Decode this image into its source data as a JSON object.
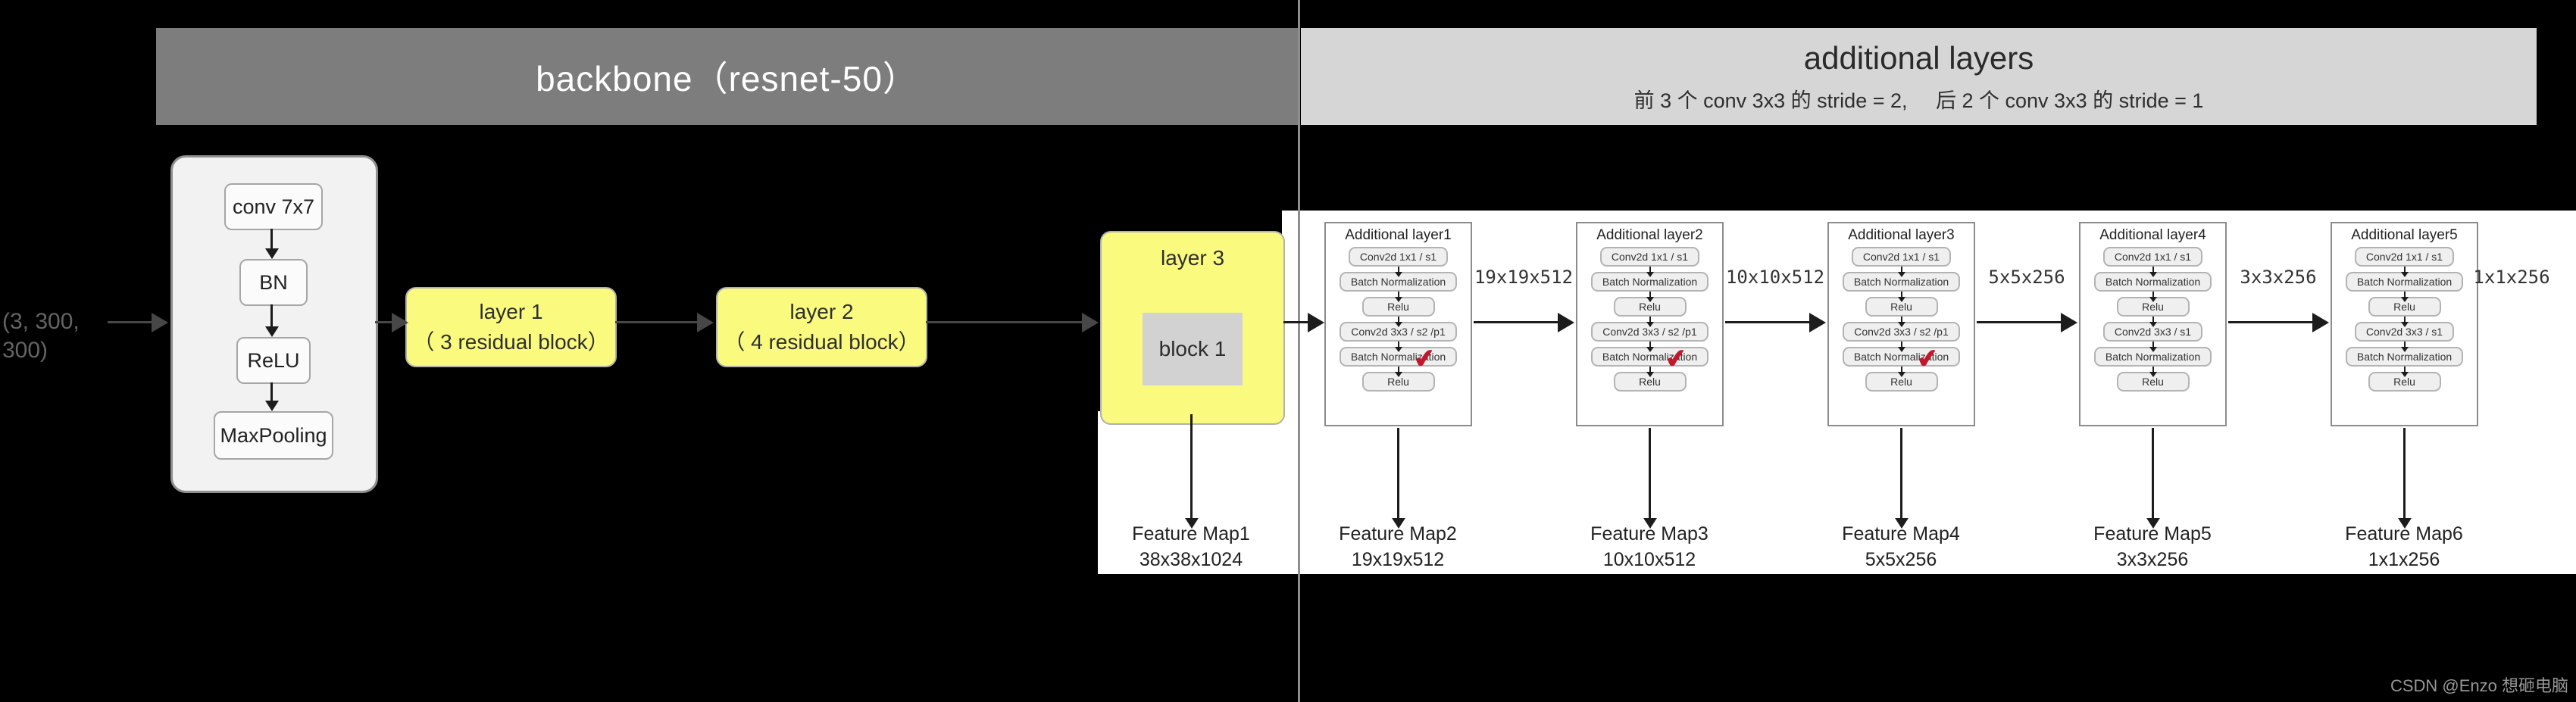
{
  "headers": {
    "backbone": {
      "title": "backbone（resnet-50）"
    },
    "additional": {
      "title": "additional layers",
      "subtitle": "前 3 个 conv 3x3 的 stride = 2,     后 2 个 conv 3x3 的 stride = 1"
    }
  },
  "input_label": "(3, 300, 300)",
  "stem": {
    "blocks": [
      "conv 7x7",
      "BN",
      "ReLU",
      "MaxPooling"
    ]
  },
  "backbone_layers": [
    {
      "title": "layer 1",
      "subtitle": "（ 3 residual block）"
    },
    {
      "title": "layer 2",
      "subtitle": "（ 4 residual block）"
    },
    {
      "title": "layer 3",
      "block": "block 1"
    }
  ],
  "additional_layers": [
    {
      "title": "Additional layer1",
      "ops": [
        "Conv2d 1x1 / s1",
        "Batch Normalization",
        "Relu",
        "Conv2d 3x3 / s2 /p1",
        "Batch Normalization",
        "Relu"
      ],
      "checked": true,
      "out_label": "19x19x512"
    },
    {
      "title": "Additional layer2",
      "ops": [
        "Conv2d 1x1 / s1",
        "Batch Normalization",
        "Relu",
        "Conv2d 3x3 / s2 /p1",
        "Batch Normalization",
        "Relu"
      ],
      "checked": true,
      "out_label": "10x10x512"
    },
    {
      "title": "Additional layer3",
      "ops": [
        "Conv2d 1x1 / s1",
        "Batch Normalization",
        "Relu",
        "Conv2d 3x3 / s2 /p1",
        "Batch Normalization",
        "Relu"
      ],
      "checked": true,
      "out_label": "5x5x256"
    },
    {
      "title": "Additional layer4",
      "ops": [
        "Conv2d 1x1 / s1",
        "Batch Normalization",
        "Relu",
        "Conv2d 3x3 / s1",
        "Batch Normalization",
        "Relu"
      ],
      "checked": false,
      "out_label": "3x3x256"
    },
    {
      "title": "Additional layer5",
      "ops": [
        "Conv2d 1x1 / s1",
        "Batch Normalization",
        "Relu",
        "Conv2d 3x3 / s1",
        "Batch Normalization",
        "Relu"
      ],
      "checked": false,
      "out_label": "1x1x256"
    }
  ],
  "feature_maps": [
    {
      "name": "Feature Map1",
      "size": "38x38x1024"
    },
    {
      "name": "Feature Map2",
      "size": "19x19x512"
    },
    {
      "name": "Feature Map3",
      "size": "10x10x512"
    },
    {
      "name": "Feature Map4",
      "size": "5x5x256"
    },
    {
      "name": "Feature Map5",
      "size": "3x3x256"
    },
    {
      "name": "Feature Map6",
      "size": "1x1x256"
    }
  ],
  "icons": {
    "check": "✔"
  },
  "watermark": "CSDN @Enzo 想砸电脑",
  "colors": {
    "background": "#000000",
    "backbone_header": "#7d7d7d",
    "additional_header": "#d6d6d6",
    "panel": "#ffffff",
    "layer_yellow": "#f9fa7e",
    "block_gray": "#d2d2d2",
    "stem_box": "#f2f2f2",
    "check_red": "#c2182e"
  }
}
